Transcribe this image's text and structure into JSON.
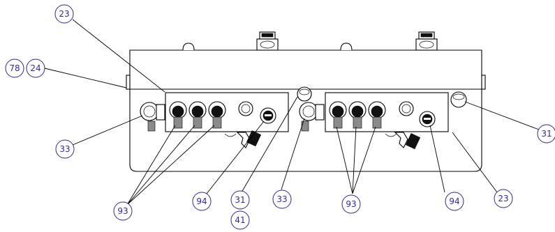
{
  "balloons": [
    {
      "id": "b-23-top",
      "label": "23"
    },
    {
      "id": "b-78",
      "label": "78"
    },
    {
      "id": "b-24",
      "label": "24"
    },
    {
      "id": "b-33-left",
      "label": "33"
    },
    {
      "id": "b-93-left",
      "label": "93"
    },
    {
      "id": "b-94-left",
      "label": "94"
    },
    {
      "id": "b-31-mid",
      "label": "31"
    },
    {
      "id": "b-41",
      "label": "41"
    },
    {
      "id": "b-33-mid",
      "label": "33"
    },
    {
      "id": "b-93-right",
      "label": "93"
    },
    {
      "id": "b-94-right",
      "label": "94"
    },
    {
      "id": "b-23-bottom",
      "label": "23"
    },
    {
      "id": "b-31-right",
      "label": "31"
    }
  ]
}
